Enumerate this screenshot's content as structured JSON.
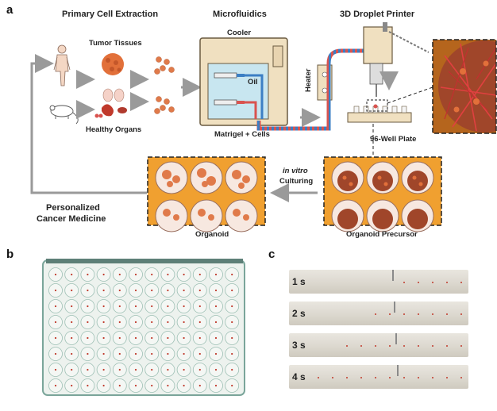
{
  "panels": {
    "a": "a",
    "b": "b",
    "c": "c"
  },
  "panel_a": {
    "primary_cell_extraction": "Primary Cell Extraction",
    "tumor_tissues": "Tumor Tissues",
    "healthy_organs": "Healthy Organs",
    "microfluidics": "Microfluidics",
    "cooler": "Cooler",
    "oil": "Oil",
    "matrigel_cells": "Matrigel + Cells",
    "printer": "3D Droplet Printer",
    "heater": "Heater",
    "plate": "96-Well Plate",
    "in_vitro": "in vitro",
    "culturing": "Culturing",
    "organoid": "Organoid",
    "organoid_precursor": "Organoid Precursor",
    "personalized": "Personalized",
    "cancer_medicine": "Cancer Medicine"
  },
  "panel_c": {
    "frames": [
      "1 s",
      "2 s",
      "3 s",
      "4 s"
    ]
  },
  "colors": {
    "orange": "#f0a030",
    "cell_red": "#d9534f",
    "arrow_gray": "#9a9a9a",
    "tube_blue": "#3b7fc4"
  }
}
